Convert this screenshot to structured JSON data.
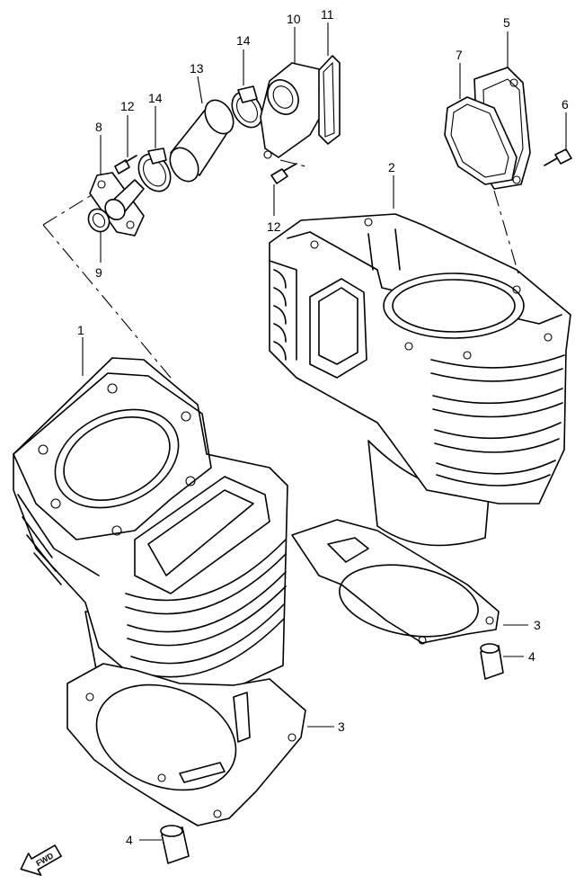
{
  "diagram": {
    "callouts": [
      {
        "id": "c1",
        "label": "1"
      },
      {
        "id": "c2",
        "label": "2"
      },
      {
        "id": "c3a",
        "label": "3"
      },
      {
        "id": "c3b",
        "label": "3"
      },
      {
        "id": "c4a",
        "label": "4"
      },
      {
        "id": "c4b",
        "label": "4"
      },
      {
        "id": "c5",
        "label": "5"
      },
      {
        "id": "c6",
        "label": "6"
      },
      {
        "id": "c7",
        "label": "7"
      },
      {
        "id": "c8",
        "label": "8"
      },
      {
        "id": "c9",
        "label": "9"
      },
      {
        "id": "c10",
        "label": "10"
      },
      {
        "id": "c11",
        "label": "11"
      },
      {
        "id": "c12a",
        "label": "12"
      },
      {
        "id": "c12b",
        "label": "12"
      },
      {
        "id": "c13",
        "label": "13"
      },
      {
        "id": "c14a",
        "label": "14"
      },
      {
        "id": "c14b",
        "label": "14"
      }
    ],
    "fwd_label": "FWD"
  }
}
